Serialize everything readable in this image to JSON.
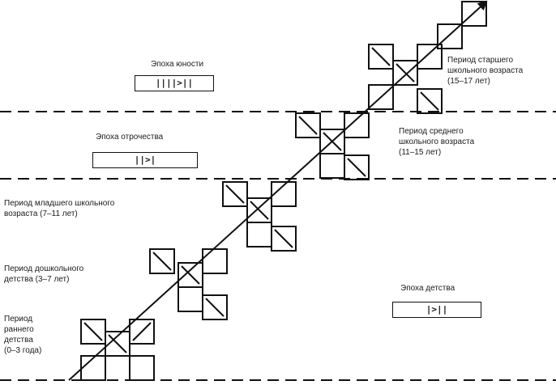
{
  "eras": {
    "youth": {
      "title": "Эпоха юности",
      "code": "||||>||"
    },
    "adolescence": {
      "title": "Эпоха отрочества",
      "code": "||>|"
    },
    "childhood": {
      "title": "Эпоха детства",
      "code": "|>||"
    }
  },
  "periods": {
    "senior_school": {
      "line1": "Период старшего",
      "line2": "школьного возраста",
      "line3": "(15–17 лет)"
    },
    "middle_school": {
      "line1": "Период среднего",
      "line2": "школьного возраста",
      "line3": "(11–15 лет)"
    },
    "junior_school": {
      "line1": "Период младшего школьного",
      "line2": "возраста (7–11 лет)"
    },
    "preschool": {
      "line1": "Период дошкольного",
      "line2": "детства (3–7 лет)"
    },
    "early": {
      "line1": "Период",
      "line2": "раннего",
      "line3": "детства",
      "line4": "(0–3 года)"
    }
  },
  "colors": {
    "ink": "#111111",
    "background": "#ffffff"
  }
}
